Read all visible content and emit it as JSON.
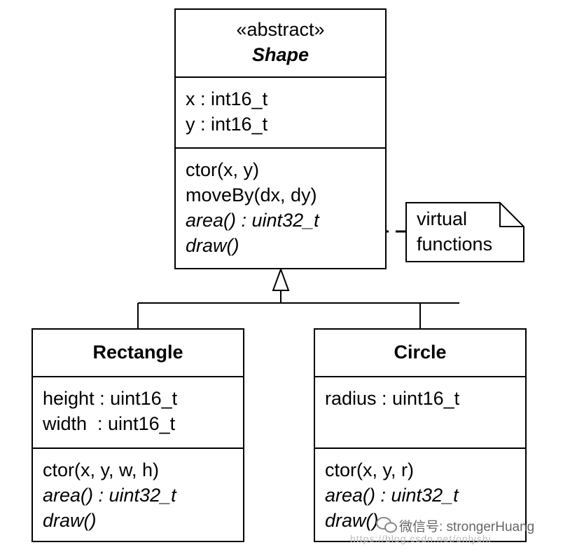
{
  "shape": {
    "stereotype": "«abstract»",
    "name": "Shape",
    "attributes": [
      "x : int16_t",
      "y : int16_t"
    ],
    "operations": [
      {
        "text": "ctor(x, y)",
        "italic": false
      },
      {
        "text": "moveBy(dx, dy)",
        "italic": false
      },
      {
        "text": "area() : uint32_t",
        "italic": true
      },
      {
        "text": "draw()",
        "italic": true
      }
    ]
  },
  "note": {
    "lines": [
      "virtual",
      "functions"
    ]
  },
  "rectangle": {
    "name": "Rectangle",
    "attributes": [
      "height : uint16_t",
      "width  : uint16_t"
    ],
    "operations": [
      {
        "text": "ctor(x, y, w, h)",
        "italic": false
      },
      {
        "text": "area() : uint32_t",
        "italic": true
      },
      {
        "text": "draw()",
        "italic": true
      }
    ]
  },
  "circle": {
    "name": "Circle",
    "attributes": [
      "radius : uint16_t"
    ],
    "operations": [
      {
        "text": "ctor(x, y, r)",
        "italic": false
      },
      {
        "text": "area() : uint32_t",
        "italic": true
      },
      {
        "text": "draw()",
        "italic": true
      }
    ]
  },
  "watermark": {
    "label": "微信号: strongerHuang",
    "url": "https://blog.csdn.net/onlyshi"
  }
}
